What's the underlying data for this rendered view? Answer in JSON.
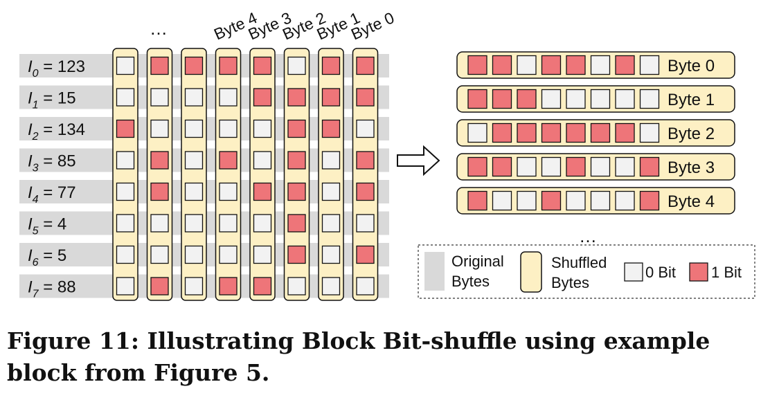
{
  "col_headers": [
    "…",
    "Byte 4",
    "Byte 3",
    "Byte 2",
    "Byte 1",
    "Byte 0"
  ],
  "inputs": [
    {
      "sub": "0",
      "value": "= 123"
    },
    {
      "sub": "1",
      "value": "= 15"
    },
    {
      "sub": "2",
      "value": "= 134"
    },
    {
      "sub": "3",
      "value": "= 85"
    },
    {
      "sub": "4",
      "value": "= 77"
    },
    {
      "sub": "5",
      "value": "= 4"
    },
    {
      "sub": "6",
      "value": "= 5"
    },
    {
      "sub": "7",
      "value": "= 88"
    }
  ],
  "input_bits": [
    [
      0,
      1,
      1,
      1,
      1,
      0,
      1,
      1
    ],
    [
      0,
      0,
      0,
      0,
      1,
      1,
      1,
      1
    ],
    [
      1,
      0,
      0,
      0,
      0,
      1,
      1,
      0
    ],
    [
      0,
      1,
      0,
      1,
      0,
      1,
      0,
      1
    ],
    [
      0,
      1,
      0,
      0,
      1,
      1,
      0,
      1
    ],
    [
      0,
      0,
      0,
      0,
      0,
      1,
      0,
      0
    ],
    [
      0,
      0,
      0,
      0,
      0,
      1,
      0,
      1
    ],
    [
      0,
      1,
      0,
      1,
      1,
      0,
      0,
      0
    ]
  ],
  "shuffled": [
    {
      "label": "Byte 0",
      "bits": [
        1,
        1,
        0,
        1,
        1,
        0,
        1,
        0
      ]
    },
    {
      "label": "Byte 1",
      "bits": [
        1,
        1,
        1,
        0,
        0,
        0,
        0,
        0
      ]
    },
    {
      "label": "Byte 2",
      "bits": [
        0,
        1,
        1,
        1,
        1,
        1,
        1,
        0
      ]
    },
    {
      "label": "Byte 3",
      "bits": [
        1,
        1,
        0,
        0,
        1,
        0,
        0,
        1
      ]
    },
    {
      "label": "Byte 4",
      "bits": [
        1,
        0,
        0,
        1,
        0,
        0,
        0,
        1
      ]
    }
  ],
  "ellipsis": "…",
  "legend": {
    "original": [
      "Original",
      "Bytes"
    ],
    "shuffled": [
      "Shuffled",
      "Bytes"
    ],
    "zero": "0 Bit",
    "one": "1 Bit"
  },
  "colors": {
    "original_bg": "#d9d9d9",
    "shuffled_bg": "#fdf0c4",
    "zero_bit": "#f2f2f2",
    "one_bit": "#ee7579",
    "border": "#111111"
  },
  "caption": "Figure 11: Illustrating Block Bit-shuffle using example block from Figure 5."
}
